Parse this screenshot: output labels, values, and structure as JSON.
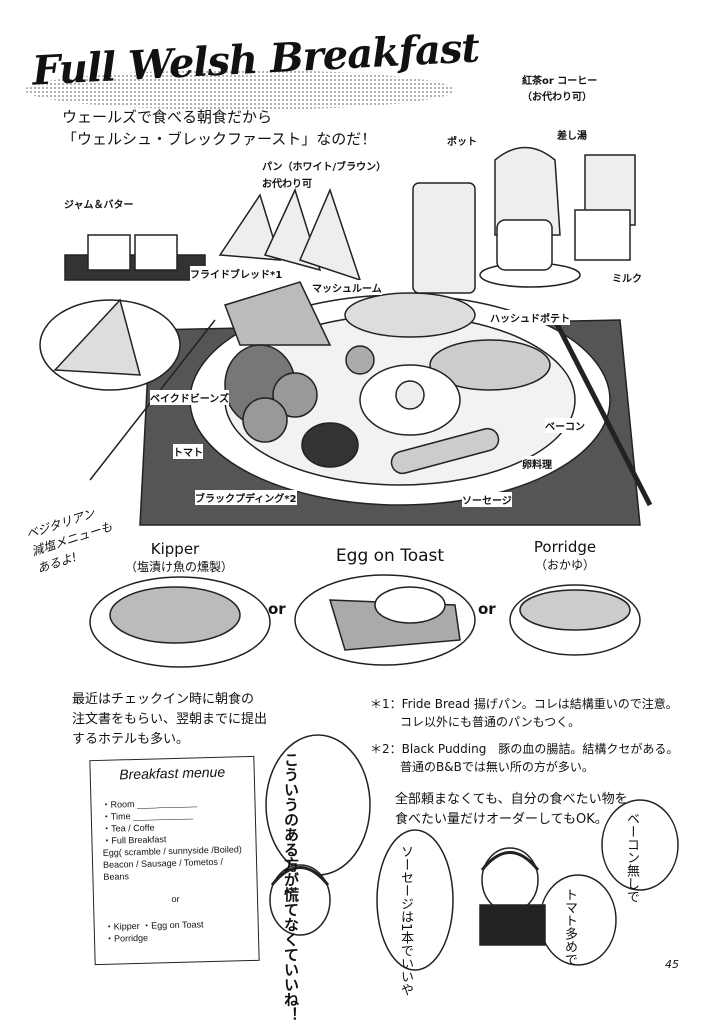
{
  "title": "Full Welsh Breakfast",
  "intro": [
    "ウェールズで食べる朝食だから",
    "「ウェルシュ・ブレックファースト」なのだ！"
  ],
  "labels": {
    "drink": "紅茶or コーヒー",
    "drink_refill": "（お代わり可）",
    "pot": "ポット",
    "hot_water": "差し湯",
    "bread": "パン（ホワイト/ブラウン）",
    "bread_refill": "お代わり可",
    "jam": "ジャム＆バター",
    "milk": "ミルク",
    "fried_bread": "フライドブレッド*1",
    "mushroom": "マッシュルーム",
    "hash": "ハッシュドポテト",
    "beans": "ベイクドビーンズ",
    "bacon": "ベーコン",
    "tomato": "トマト",
    "egg": "卵料理",
    "pudding": "ブラックプディング*2",
    "sausage": "ソーセージ"
  },
  "handnote": [
    "ベジタリアン",
    "減塩メニューも",
    "あるよ!"
  ],
  "options": [
    {
      "name": "Kipper",
      "sub": "（塩漬け魚の燻製）"
    },
    {
      "name": "Egg on Toast",
      "sub": ""
    },
    {
      "name": "Porridge",
      "sub": "（おかゆ）"
    }
  ],
  "or": "or",
  "left_text": [
    "最近はチェックイン時に朝食の",
    "注文書をもらい、翌朝までに提出",
    "するホテルも多い。"
  ],
  "notes": [
    [
      "＊1：Fride Bread 揚げパン。コレは結構重いので注意。",
      "コレ以外にも普通のパンもつく。"
    ],
    [
      "＊2：Black Pudding　豚の血の腸詰。結構クセがある。",
      "普通のB&Bでは無い所の方が多い。"
    ]
  ],
  "order_text": [
    "全部頼まなくても、自分の食べたい物を",
    "食べたい量だけオーダーしてもOK。"
  ],
  "menu": {
    "title": "Breakfast menue",
    "lines": [
      "・Room ____________",
      "・Time ____________",
      "・Tea / Coffe",
      "・Full Breakfast",
      " Egg( scramble / sunnyside /Boiled)",
      " Beacon / Sausage / Tometos /",
      " Beans"
    ],
    "or": "or",
    "alts": [
      "・Kipper  ・Egg on Toast",
      "・Porridge"
    ]
  },
  "bubbles": {
    "left": "こういうのある方が慌てなくていいね！",
    "sausage": "ソーセージは1本でいいや",
    "bacon": "ベーコン無しで",
    "tomato": "トマト多めで"
  },
  "page_number": "45"
}
